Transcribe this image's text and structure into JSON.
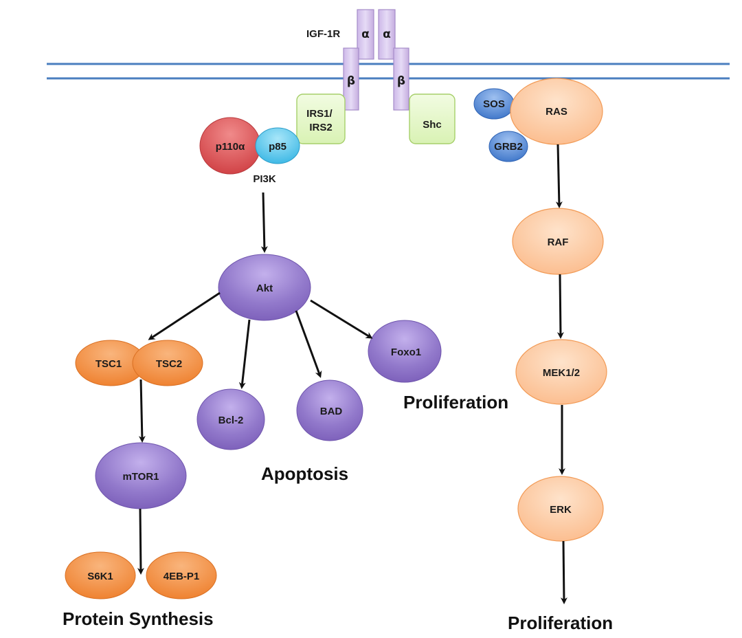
{
  "receptor": {
    "name": "IGF-1R",
    "alpha": "α",
    "beta": "β"
  },
  "adaptors": {
    "irs": "IRS1/\nIRS2",
    "shc": "Shc",
    "sos": "SOS",
    "grb2": "GRB2"
  },
  "pi3k": {
    "p110": "p110α",
    "p85": "p85",
    "label": "PI3K"
  },
  "nodes": {
    "akt": "Akt",
    "tsc1": "TSC1",
    "tsc2": "TSC2",
    "bcl2": "Bcl-2",
    "bad": "BAD",
    "foxo1": "Foxo1",
    "mtor1": "mTOR1",
    "s6k1": "S6K1",
    "4ebp1": "4EB-P1",
    "ras": "RAS",
    "raf": "RAF",
    "mek": "MEK1/2",
    "erk": "ERK"
  },
  "outcomes": {
    "proliferation_akt": "Proliferation",
    "apoptosis": "Apoptosis",
    "protein_synthesis": "Protein Synthesis",
    "proliferation_mapk": "Proliferation"
  },
  "colors": {
    "membrane": "#4a7ebf",
    "purple": "#8e72c4",
    "purple_light": "#b9a4e2",
    "orange": "#f08a3a",
    "peach": "#fccaa0",
    "green": "#e6f7c8",
    "blue": "#4f86d4",
    "cyan": "#44c0ea",
    "red": "#d8484c",
    "receptor": "#d8c6ee"
  }
}
